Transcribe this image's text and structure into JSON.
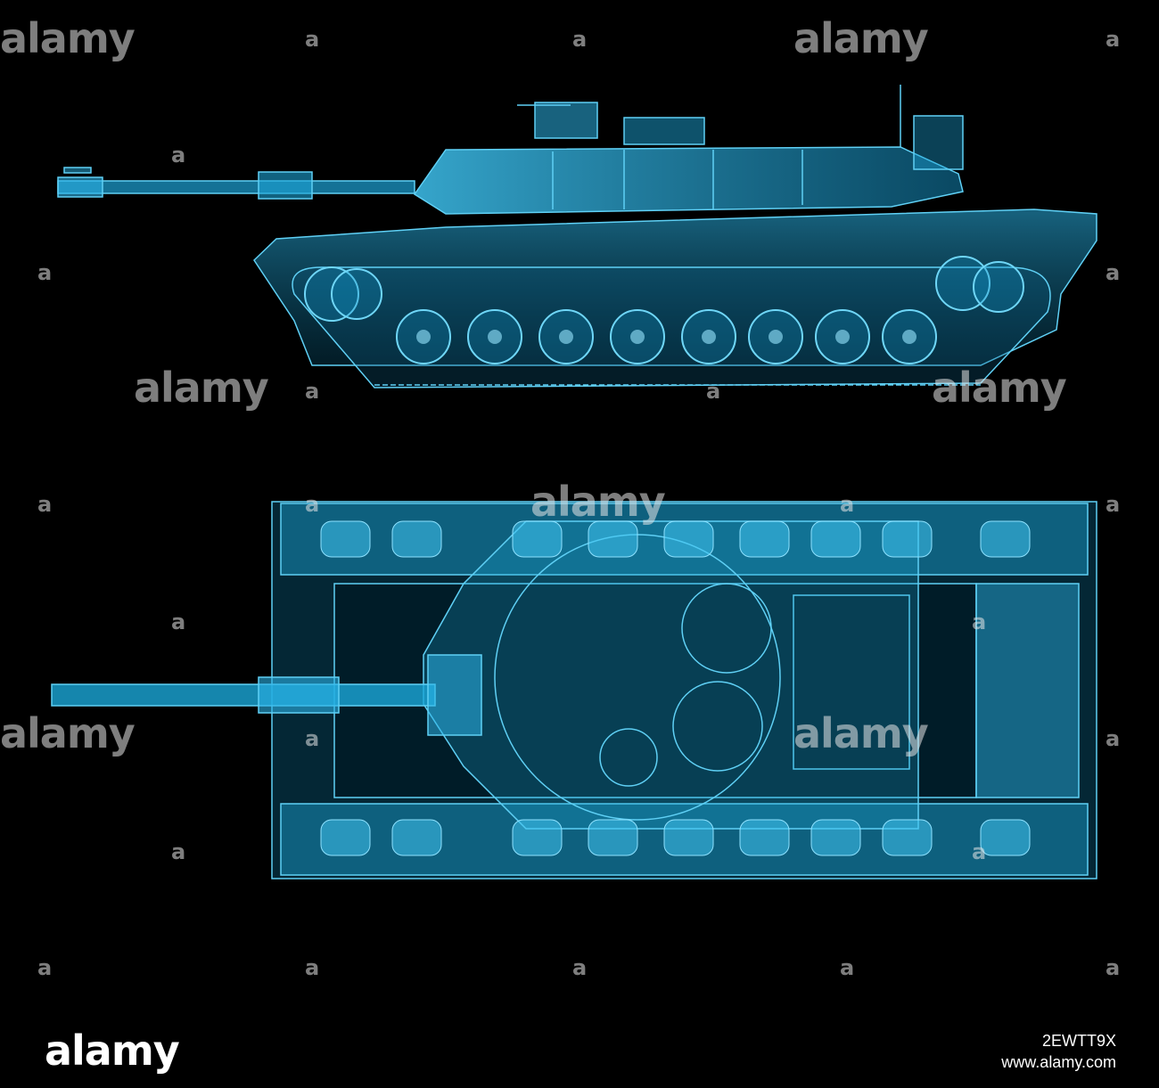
{
  "watermark": {
    "text": "alamy",
    "color": "#e6e6e6"
  },
  "stock_footer": {
    "logo": "alamy",
    "image_id": "2EWTT9X",
    "site": "www.alamy.com"
  },
  "colors": {
    "background": "#000000",
    "xray_blue": "#1aa7d8",
    "xray_light": "#5fd0f5"
  },
  "icons": {
    "side_view": "tank-side-view-xray",
    "top_view": "tank-top-view-xray"
  }
}
